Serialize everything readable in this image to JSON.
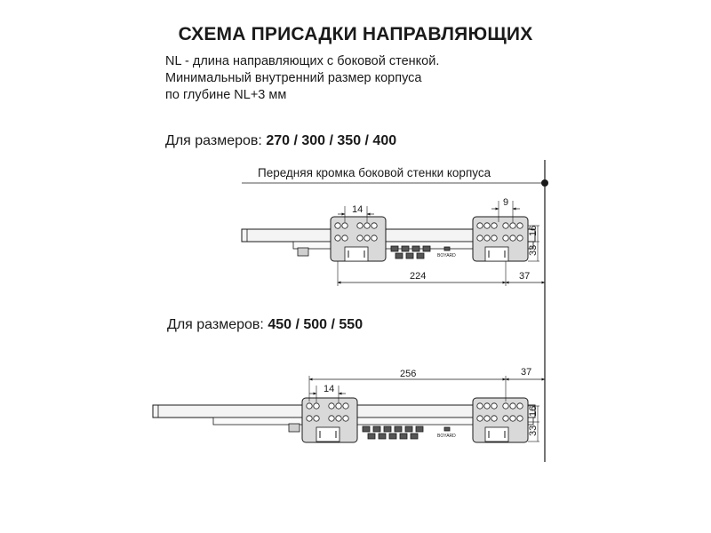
{
  "title": "СХЕМА ПРИСАДКИ НАПРАВЛЯЮЩИХ",
  "description": [
    "NL - длина направляющих с боковой стенкой.",
    "Минимальный внутренний размер корпуса",
    "по глубине NL+3 мм"
  ],
  "section1": {
    "prefix": "Для размеров: ",
    "sizes": "270 / 300 / 350 / 400"
  },
  "section2": {
    "prefix": "Для размеров: ",
    "sizes": "450 / 500 / 550"
  },
  "front_edge_label": "Передняя кромка боковой стенки корпуса",
  "diagram1": {
    "dim_front_pitch": "14",
    "dim_rear_pitch": "9",
    "dim_between": "224",
    "dim_front_offset": "37",
    "dim_height_top": "16",
    "dim_height_bottom": "33",
    "brand": "BOYARD"
  },
  "diagram2": {
    "dim_front_pitch": "14",
    "dim_between": "256",
    "dim_front_offset": "37",
    "dim_height_top": "16",
    "dim_height_bottom": "33",
    "brand": "BOYARD"
  },
  "colors": {
    "line": "#1a1a1a",
    "bracket": "#d9d9d9",
    "rail": "#f2f2f2"
  }
}
